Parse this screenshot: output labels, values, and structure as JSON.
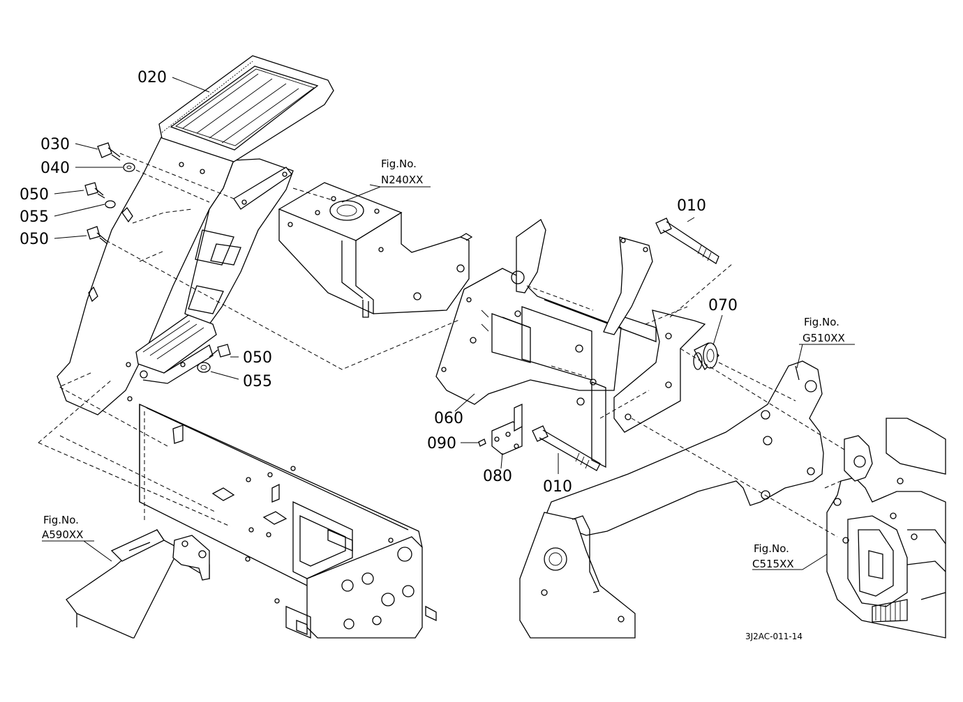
{
  "diagram": {
    "part_labels": {
      "p020": "020",
      "p030": "030",
      "p040": "040",
      "p050a": "050",
      "p055a": "055",
      "p050b": "050",
      "p050c": "050",
      "p055b": "055",
      "p010a": "010",
      "p070": "070",
      "p060": "060",
      "p090": "090",
      "p080": "080",
      "p010b": "010"
    },
    "figure_refs": {
      "n240": {
        "line1": "Fig.No.",
        "line2": "N240XX"
      },
      "g510": {
        "line1": "Fig.No.",
        "line2": "G510XX"
      },
      "a590": {
        "line1": "Fig.No.",
        "line2": "A590XX"
      },
      "c515": {
        "line1": "Fig.No.",
        "line2": "C515XX"
      }
    },
    "drawing_code": "3J2AC-011-14"
  }
}
